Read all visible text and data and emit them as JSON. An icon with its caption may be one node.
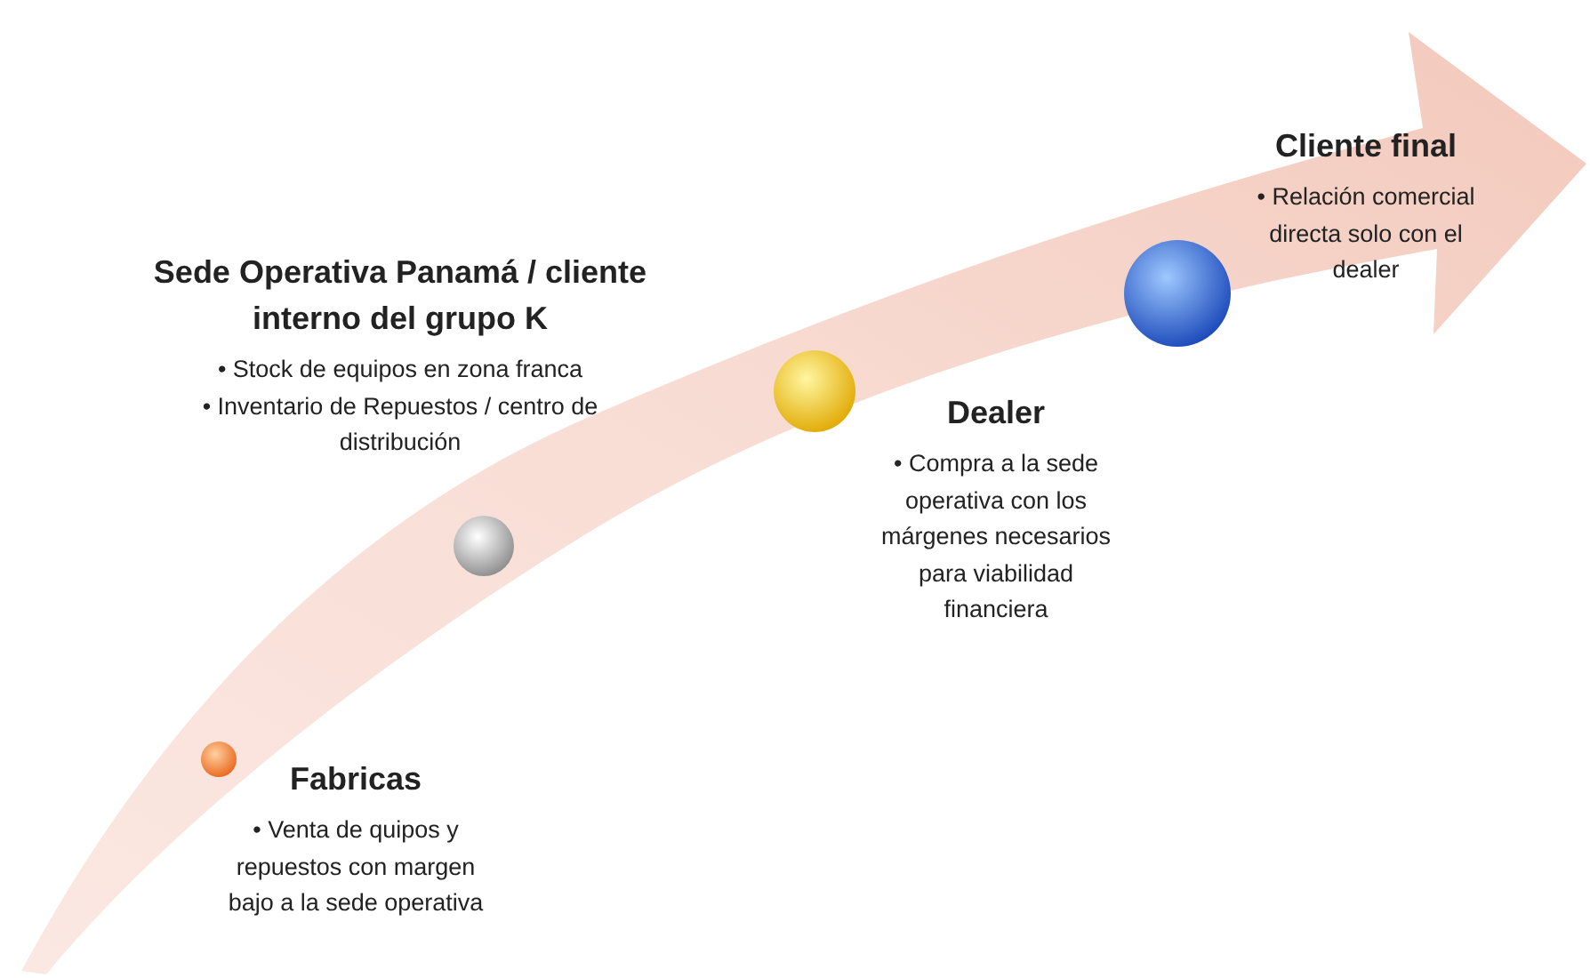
{
  "diagram": {
    "nodes": [
      {
        "text": [
          "Fabricas",
          "• Venta de quipos y repuestos con margen bajo a la sede operativa"
        ]
      },
      {
        "text": [
          "Sede Operativa Panamá / cliente interno del grupo K",
          "• Stock de equipos en zona franca",
          "• Inventario de Repuestos / centro de distribución"
        ]
      },
      {
        "text": [
          "Dealer",
          "• Compra a la sede operativa con los márgenes necesarios para viabilidad financiera"
        ]
      },
      {
        "text": [
          "Cliente final",
          "• Relación comercial directa solo con el dealer"
        ]
      }
    ]
  }
}
